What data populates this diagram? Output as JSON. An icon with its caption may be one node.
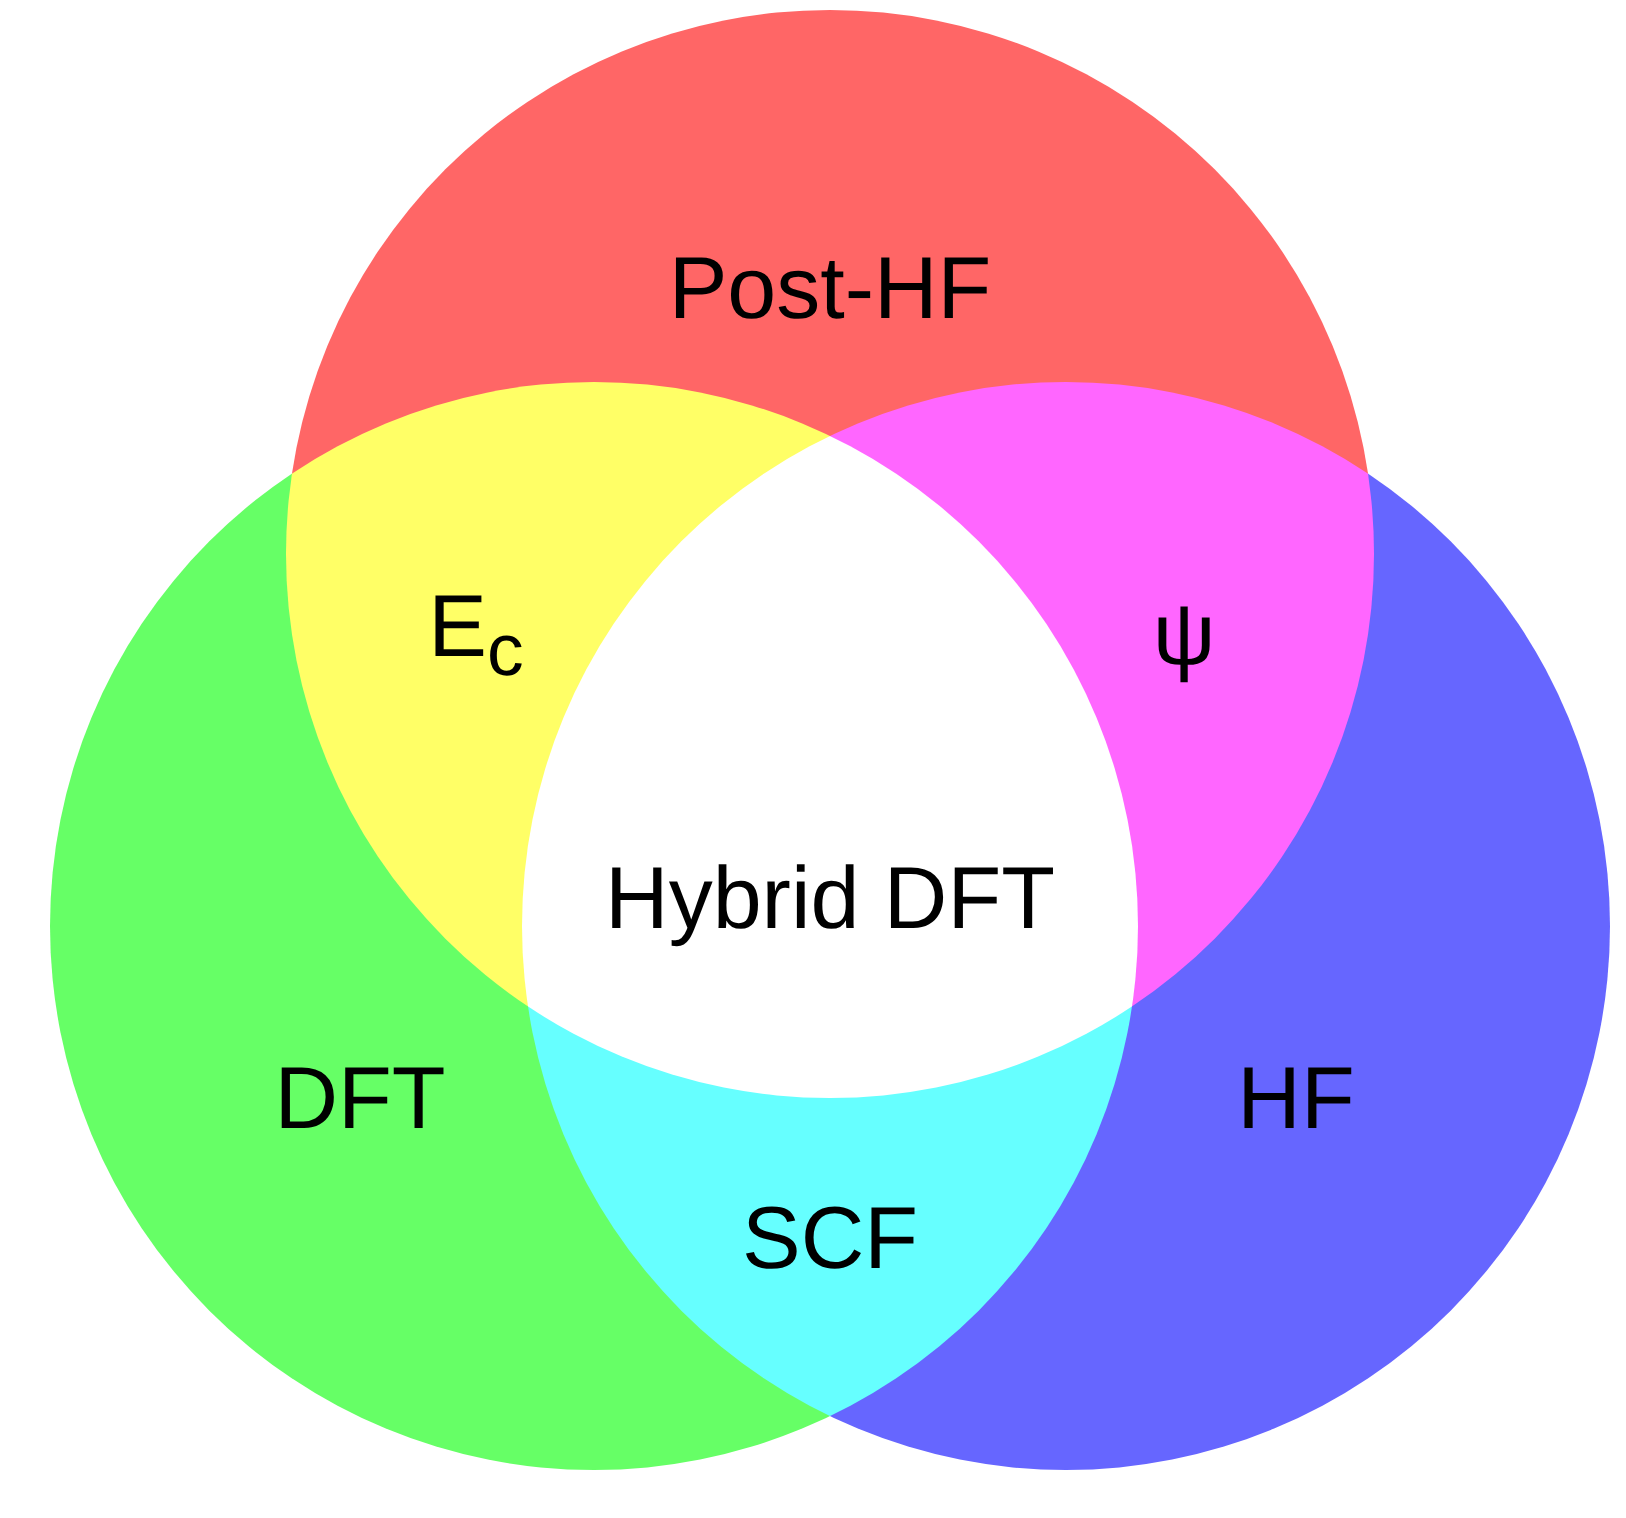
{
  "diagram": {
    "nodes": [
      {
        "text": [
          "Post-HF"
        ]
      },
      {
        "text": [
          "DFT"
        ]
      },
      {
        "text": [
          "HF"
        ]
      }
    ],
    "edges": [],
    "labels": [
      "E$_{c}$",
      "ψ",
      "Hybrid DFT",
      "SCF"
    ]
  }
}
